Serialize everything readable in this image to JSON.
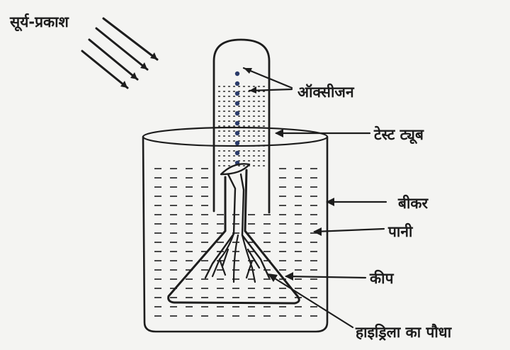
{
  "diagram": {
    "sunlight_label": "सूर्य-प्रकाश",
    "labels": {
      "oxygen": "ऑक्सीजन",
      "test_tube": "टेस्ट ट्यूब",
      "beaker": "बीकर",
      "water": "पानी",
      "funnel": "कीप",
      "plant": "हाइड्रिला का पौधा"
    },
    "colors": {
      "ink": "#1d1d1d",
      "bubbles": "#2a3b6a",
      "background": "#f4f4f2"
    }
  }
}
